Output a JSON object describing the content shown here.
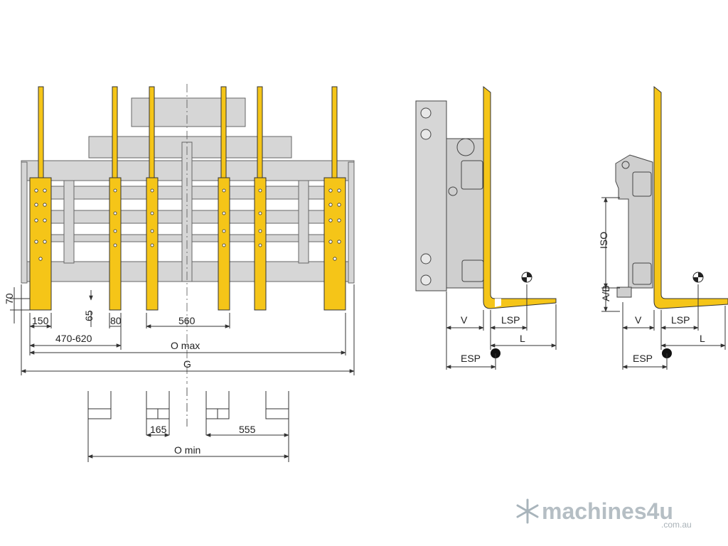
{
  "front_view": {
    "dimensions": {
      "height_70": "70",
      "width_150": "150",
      "depth_65": "65",
      "width_80": "80",
      "span_560": "560",
      "range_470_620": "470-620",
      "o_max": "O max",
      "g": "G"
    }
  },
  "closed_view": {
    "dimensions": {
      "gap_165": "165",
      "span_555": "555",
      "o_min": "O min"
    }
  },
  "side_view_1": {
    "labels": {
      "v": "V",
      "lsp": "LSP",
      "l": "L",
      "esp": "ESP"
    }
  },
  "side_view_2": {
    "labels": {
      "iso": "ISO",
      "ab": "A/B",
      "v": "V",
      "lsp": "LSP",
      "l": "L",
      "esp": "ESP"
    }
  },
  "watermark": {
    "brand": "machines4u",
    "domain": ".com.au"
  },
  "colors": {
    "fork_yellow": "#f5c518",
    "frame_grey": "#d4d4d4",
    "line": "#333333"
  }
}
